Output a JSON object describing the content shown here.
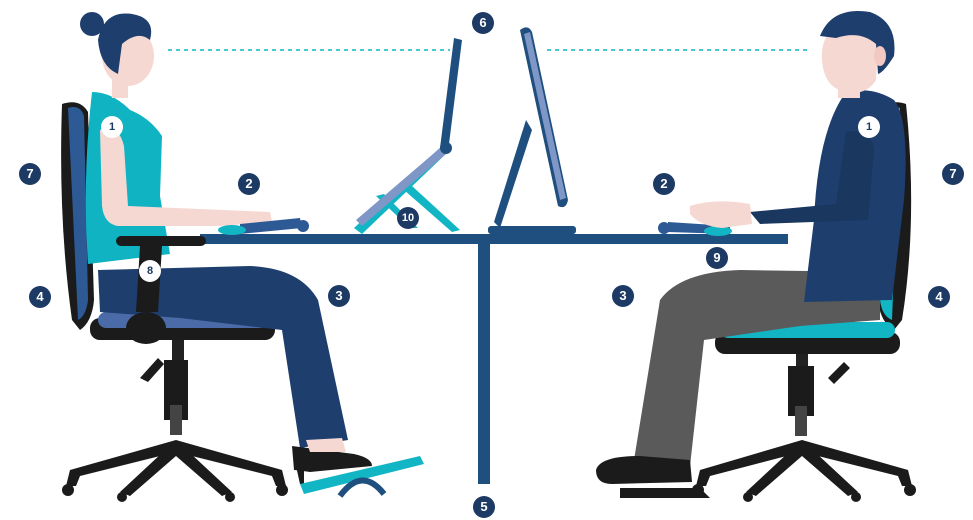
{
  "colors": {
    "navy": "#1d3a64",
    "desk_blue": "#1f4f7e",
    "teal": "#12b5c4",
    "chair_dark": "#1b1b1b",
    "skin": "#f6d8d3",
    "trousers_grey": "#5a5a5a"
  },
  "icons": [
    "woman-figure",
    "man-figure",
    "office-chair-icon",
    "laptop-stand-icon",
    "monitor-icon",
    "keyboard-icon",
    "mouse-icon",
    "footrest-icon",
    "desk-icon"
  ],
  "markers": [
    {
      "id": "m1a",
      "label": "1"
    },
    {
      "id": "m2a",
      "label": "2"
    },
    {
      "id": "m3a",
      "label": "3"
    },
    {
      "id": "m4a",
      "label": "4"
    },
    {
      "id": "m5",
      "label": "5"
    },
    {
      "id": "m6",
      "label": "6"
    },
    {
      "id": "m7a",
      "label": "7"
    },
    {
      "id": "m8",
      "label": "8"
    },
    {
      "id": "m9",
      "label": "9"
    },
    {
      "id": "m10",
      "label": "10"
    },
    {
      "id": "m1b",
      "label": "1"
    },
    {
      "id": "m2b",
      "label": "2"
    },
    {
      "id": "m3b",
      "label": "3"
    },
    {
      "id": "m4b",
      "label": "4"
    },
    {
      "id": "m7b",
      "label": "7"
    }
  ]
}
